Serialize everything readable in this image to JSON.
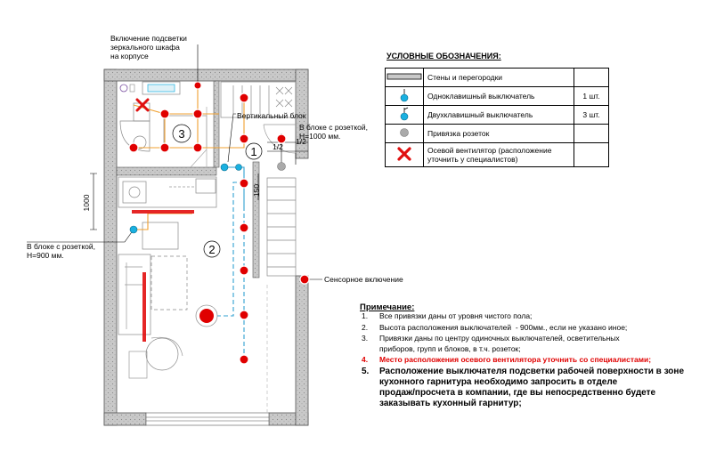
{
  "plan": {
    "mirror_light_label": "Включение подсветки\nзеркального шкафа\nна корпусе",
    "vertical_block_label": "Вертикальный блок",
    "socket_block_right_label": "В блоке с розеткой,\nН=1000 мм.",
    "socket_block_left_label": "В блоке с розеткой,\nН=900 мм.",
    "sensor_label": "Сенсорное включение",
    "dim_1000": "1000",
    "dim_150": "150",
    "dim_half_a": "1/2",
    "dim_half_b": "1/2",
    "room_1": "1",
    "room_2": "2",
    "room_3": "3"
  },
  "legend": {
    "title": "УСЛОВНЫЕ ОБОЗНАЧЕНИЯ:",
    "rows": [
      {
        "symbol": "wall-icon",
        "label": "Стены и перегородки",
        "qty": ""
      },
      {
        "symbol": "single-switch-icon",
        "label": "Одноклавишный выключатель",
        "qty": "1 шт."
      },
      {
        "symbol": "double-switch-icon",
        "label": "Двухклавишный выключатель",
        "qty": "3 шт."
      },
      {
        "symbol": "socket-dot-icon",
        "label": "Привязка розеток",
        "qty": ""
      },
      {
        "symbol": "fan-cross-icon",
        "label": "Осевой вентилятор (расположение\nуточнить у специалистов)",
        "qty": ""
      }
    ]
  },
  "notes": {
    "title": "Примечание:",
    "items": [
      {
        "n": "1.",
        "text": "Все привязки даны от уровня чистого пола;",
        "style": "normal"
      },
      {
        "n": "2.",
        "text": "Высота расположения выключателей  - 900мм., если не указано иное;",
        "style": "normal"
      },
      {
        "n": "3.",
        "text": "Привязки даны по центру одиночных выключателей, осветительных\nприборов, групп и блоков, в т.ч. розеток;",
        "style": "normal"
      },
      {
        "n": "4.",
        "text": "Место расположения осевого вентилятора уточнить со специалистами;",
        "style": "red"
      },
      {
        "n": "5.",
        "text": "Расположение выключателя подсветки рабочей поверхности в зоне\nкухонного гарнитура необходимо запросить в отделе\nпродаж/просчета в компании, где вы непосредственно будете\nзаказывать кухонный гарнитур;",
        "style": "bold"
      }
    ]
  },
  "colors": {
    "wall_fill": "#c8c8c8",
    "lamp_red": "#e00000",
    "switch_cyan": "#1ab0e0",
    "wire_orange": "#f0a030",
    "wire_blue": "#30a0d0",
    "fan_red": "#e01010"
  }
}
